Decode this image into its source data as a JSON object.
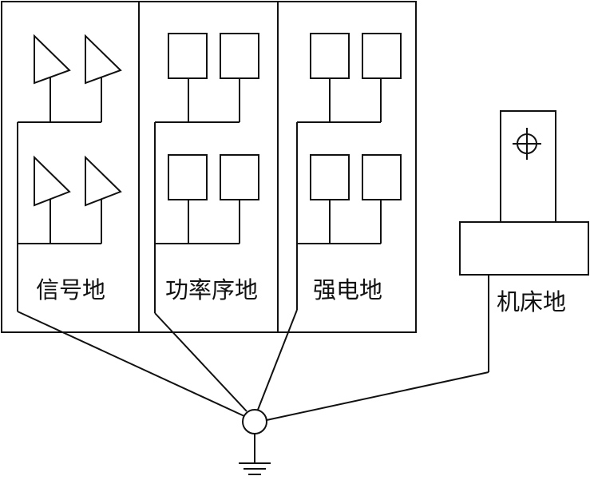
{
  "diagram": {
    "labels": {
      "signal_ground": "信号地",
      "power_ground": "功率序地",
      "strong_ground": "强电地",
      "machine_ground": "机床地"
    },
    "line_color": "#111111",
    "background": "#ffffff"
  }
}
